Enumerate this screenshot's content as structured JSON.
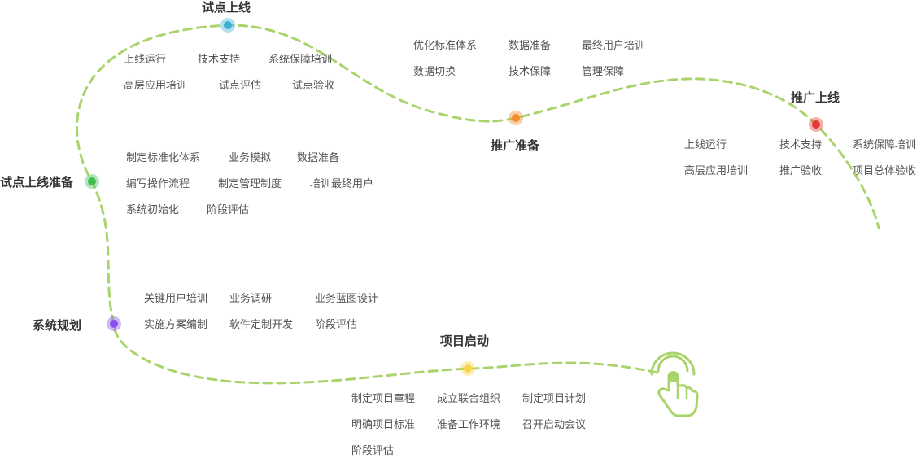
{
  "colors": {
    "path": "#a9d46b",
    "title_text": "#333333",
    "task_text": "#555555",
    "hand": "#a9d46b"
  },
  "stages": [
    {
      "id": "start",
      "title": "项目启动",
      "color": "#f7d54a",
      "tasks": [
        "制定项目章程",
        "成立联合组织",
        "制定项目计划",
        "明确项目标准",
        "准备工作环境",
        "召开启动会议",
        "阶段评估"
      ]
    },
    {
      "id": "planning",
      "title": "系统规划",
      "color": "#8b4ff0",
      "tasks": [
        "关键用户培训",
        "业务调研",
        "业务蓝图设计",
        "实施方案编制",
        "软件定制开发",
        "阶段评估"
      ]
    },
    {
      "id": "pilot-prep",
      "title": "试点上线准备",
      "color": "#3fbf4f",
      "tasks": [
        "制定标准化体系",
        "业务模拟",
        "数据准备",
        "编写操作流程",
        "制定管理制度",
        "培训最终用户",
        "系统初始化",
        "阶段评估"
      ]
    },
    {
      "id": "pilot",
      "title": "试点上线",
      "color": "#3bb0d8",
      "tasks": [
        "上线运行",
        "技术支持",
        "系统保障培训",
        "高层应用培训",
        "试点评估",
        "试点验收"
      ]
    },
    {
      "id": "rollout-prep",
      "title": "推广准备",
      "color": "#f28a2e",
      "tasks": [
        "优化标准体系",
        "数据准备",
        "最终用户培训",
        "数据切换",
        "技术保障",
        "管理保障"
      ]
    },
    {
      "id": "rollout",
      "title": "推广上线",
      "color": "#e53935",
      "tasks": [
        "上线运行",
        "技术支持",
        "系统保障培训",
        "高层应用培训",
        "推广验收",
        "项目总体验收"
      ]
    }
  ]
}
